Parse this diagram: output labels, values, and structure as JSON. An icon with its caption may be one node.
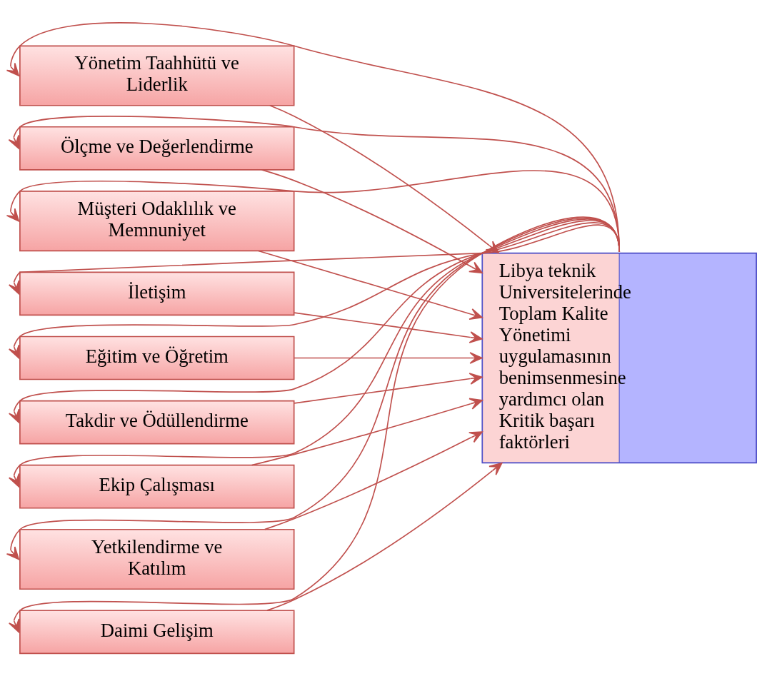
{
  "diagram": {
    "nodes": [
      {
        "text": [
          "Yönetim Taahhütü ve Liderlik"
        ]
      },
      {
        "text": [
          "Ölçme ve Değerlendirme"
        ]
      },
      {
        "text": [
          "Müşteri Odaklılık ve Memnuniyet"
        ]
      },
      {
        "text": [
          "İletişim"
        ]
      },
      {
        "text": [
          "Eğitim ve Öğretim"
        ]
      },
      {
        "text": [
          "Takdir ve Ödüllendirme"
        ]
      },
      {
        "text": [
          "Ekip Çalışması"
        ]
      },
      {
        "text": [
          "Yetkilendirme ve Katılım"
        ]
      },
      {
        "text": [
          "Daimi Gelişim"
        ]
      },
      {
        "text": [
          "Libya teknik Universitelerinde Toplam Kalite Yönetimi uygulamasının benimsenmesine yardımcı olan Kritik başarı faktörleri"
        ]
      }
    ],
    "edges": [
      {
        "from": 0,
        "to": 9,
        "arrow": "to"
      },
      {
        "from": 1,
        "to": 9,
        "arrow": "to"
      },
      {
        "from": 2,
        "to": 9,
        "arrow": "to"
      },
      {
        "from": 3,
        "to": 9,
        "arrow": "to"
      },
      {
        "from": 4,
        "to": 9,
        "arrow": "to"
      },
      {
        "from": 5,
        "to": 9,
        "arrow": "to"
      },
      {
        "from": 6,
        "to": 9,
        "arrow": "to"
      },
      {
        "from": 7,
        "to": 9,
        "arrow": "to"
      },
      {
        "from": 8,
        "to": 9,
        "arrow": "to"
      },
      {
        "from": 9,
        "to": 0,
        "arrow": "to"
      },
      {
        "from": 9,
        "to": 1,
        "arrow": "to"
      },
      {
        "from": 9,
        "to": 2,
        "arrow": "to"
      },
      {
        "from": 9,
        "to": 3,
        "arrow": "to"
      },
      {
        "from": 9,
        "to": 4,
        "arrow": "to"
      },
      {
        "from": 9,
        "to": 5,
        "arrow": "to"
      },
      {
        "from": 9,
        "to": 6,
        "arrow": "to"
      },
      {
        "from": 9,
        "to": 7,
        "arrow": "to"
      },
      {
        "from": 9,
        "to": 8,
        "arrow": "to"
      }
    ]
  }
}
